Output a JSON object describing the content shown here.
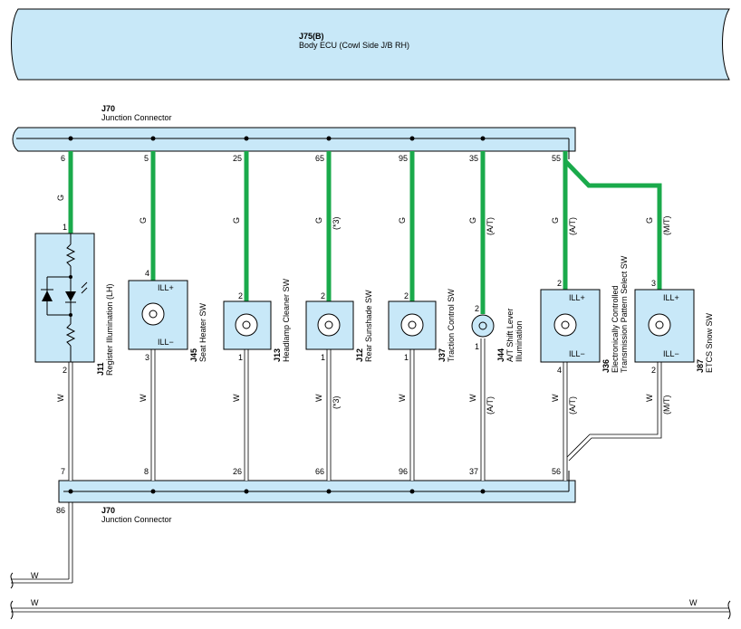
{
  "ecu": {
    "code": "J75(B)",
    "name": "Body ECU (Cowl Side J/B RH)"
  },
  "junction_top": {
    "code": "J70",
    "name": "Junction Connector"
  },
  "junction_bottom": {
    "code": "J70",
    "name": "Junction Connector"
  },
  "colors": {
    "wire_green": "#1aaa4b",
    "box_fill": "#c8e8f8",
    "wire_white": "#ffffff",
    "outline": "#000000"
  },
  "wire_colors": {
    "green": "G",
    "white": "W"
  },
  "left_bottom_pin": "86",
  "bottom_wire_labels": {
    "left_w1": "W",
    "left_w2": "W",
    "right_w2": "W"
  },
  "branches": [
    {
      "id": "j11",
      "top_pin": "6",
      "dev_top_pin": "1",
      "dev_bottom_pin": "2",
      "bottom_pin": "7",
      "code": "J11",
      "name": "Register Illumination (LH)",
      "variant_top": "",
      "variant_bottom": "",
      "ill_plus": "",
      "ill_minus": ""
    },
    {
      "id": "j45",
      "top_pin": "5",
      "dev_top_pin": "4",
      "dev_bottom_pin": "3",
      "bottom_pin": "8",
      "code": "J45",
      "name": "Seat Heater SW",
      "variant_top": "",
      "variant_bottom": "",
      "ill_plus": "ILL+",
      "ill_minus": "ILL−"
    },
    {
      "id": "j13",
      "top_pin": "25",
      "dev_top_pin": "2",
      "dev_bottom_pin": "1",
      "bottom_pin": "26",
      "code": "J13",
      "name": "Headlamp Cleaner SW",
      "variant_top": "",
      "variant_bottom": "",
      "ill_plus": "",
      "ill_minus": ""
    },
    {
      "id": "j12",
      "top_pin": "65",
      "dev_top_pin": "2",
      "dev_bottom_pin": "1",
      "bottom_pin": "66",
      "code": "J12",
      "name": "Rear Sunshade SW",
      "variant_top": "(*3)",
      "variant_bottom": "(*3)",
      "ill_plus": "",
      "ill_minus": ""
    },
    {
      "id": "j37",
      "top_pin": "95",
      "dev_top_pin": "2",
      "dev_bottom_pin": "1",
      "bottom_pin": "96",
      "code": "J37",
      "name": "Traction Control SW",
      "variant_top": "",
      "variant_bottom": "",
      "ill_plus": "",
      "ill_minus": ""
    },
    {
      "id": "j44",
      "top_pin": "35",
      "dev_top_pin": "2",
      "dev_bottom_pin": "1",
      "bottom_pin": "37",
      "code": "J44",
      "name": "A/T Shift Lever",
      "name2": "Illumination",
      "variant_top": "(A/T)",
      "variant_bottom": "(A/T)",
      "ill_plus": "",
      "ill_minus": ""
    },
    {
      "id": "j36",
      "top_pin": "55",
      "dev_top_pin": "2",
      "dev_bottom_pin": "4",
      "bottom_pin": "56",
      "code": "J36",
      "name": "Electronically Controlled",
      "name2": "Transmission Pattern Select SW",
      "variant_top": "(A/T)",
      "variant_bottom": "(A/T)",
      "ill_plus": "ILL+",
      "ill_minus": "ILL−"
    },
    {
      "id": "j87",
      "top_pin": "",
      "dev_top_pin": "3",
      "dev_bottom_pin": "2",
      "bottom_pin": "",
      "code": "J87",
      "name": "ETCS Snow SW",
      "variant_top": "(M/T)",
      "variant_bottom": "(M/T)",
      "ill_plus": "ILL+",
      "ill_minus": "ILL−"
    }
  ]
}
